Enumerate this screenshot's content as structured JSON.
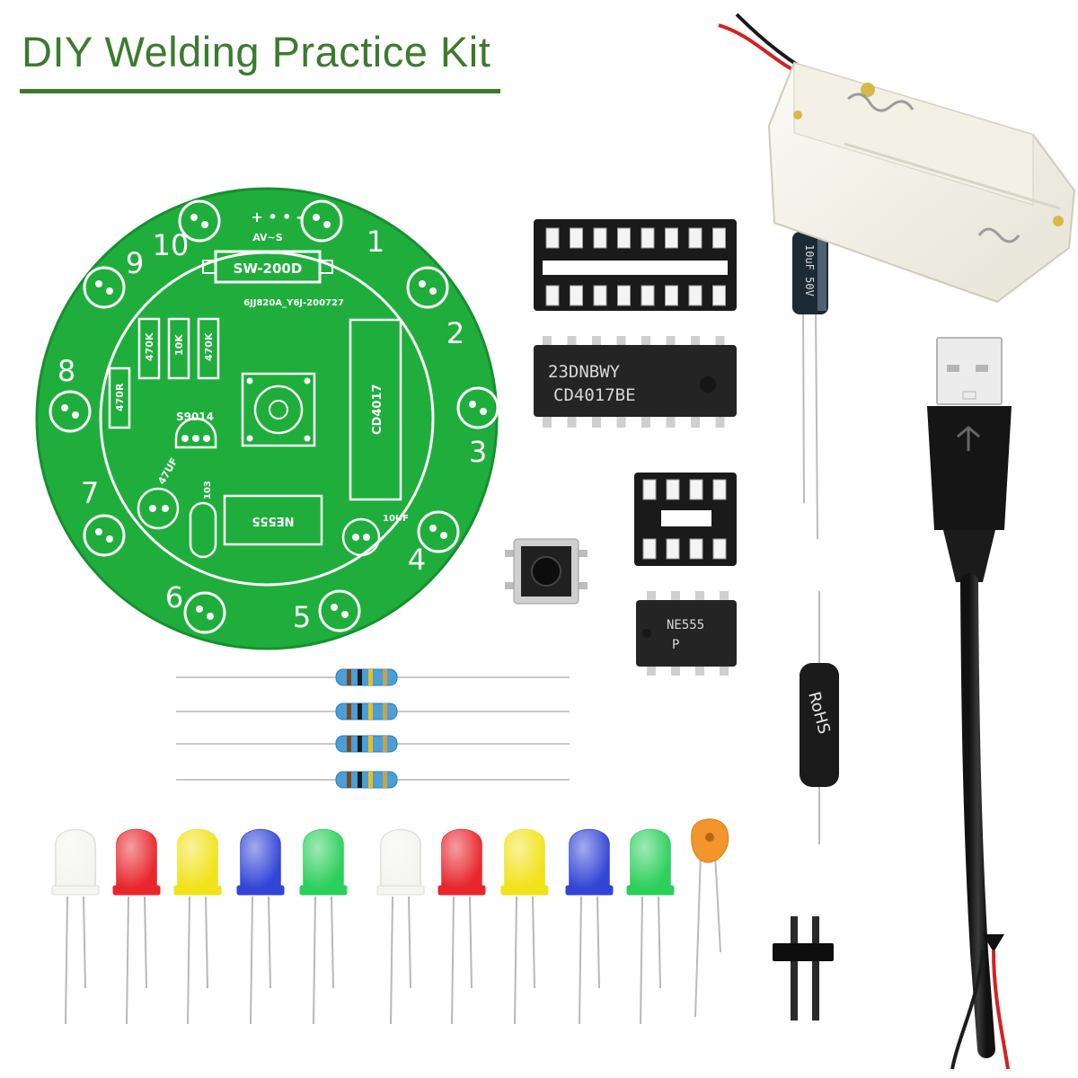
{
  "title": "DIY Welding Practice Kit",
  "pcb": {
    "switch_label": "SW-200D",
    "board_code": "6JJ820A_Y6J-200727",
    "ic_label": "CD4017",
    "timer_label": "NE555",
    "transistor_label": "S9014",
    "resistor_labels": [
      "470K",
      "10K",
      "470K",
      "470R"
    ],
    "cap_labels": [
      "47UF",
      "103",
      "10UF"
    ],
    "vibration_marks": "+ • • -",
    "led_numbers": [
      "10",
      "1",
      "2",
      "3",
      "4",
      "5",
      "6",
      "7",
      "8",
      "9"
    ]
  },
  "chips": {
    "cd4017_line1": "23DNBWY",
    "cd4017_line2": "CD4017BE",
    "timer_line1": "NE555",
    "timer_line2": "P"
  },
  "parts": {
    "capacitor_text": "10uF 50V",
    "rohs_text": "RoHS"
  },
  "colors": {
    "title_green": "#3d7a2e",
    "pcb_green": "#1fae3c",
    "led_colors": [
      "#f4f4f0",
      "#e8262c",
      "#f2e21a",
      "#3345d6",
      "#2bcf5b",
      "#f4f4f0",
      "#e8262c",
      "#f2e21a",
      "#3345d6",
      "#2bcf5b"
    ]
  }
}
